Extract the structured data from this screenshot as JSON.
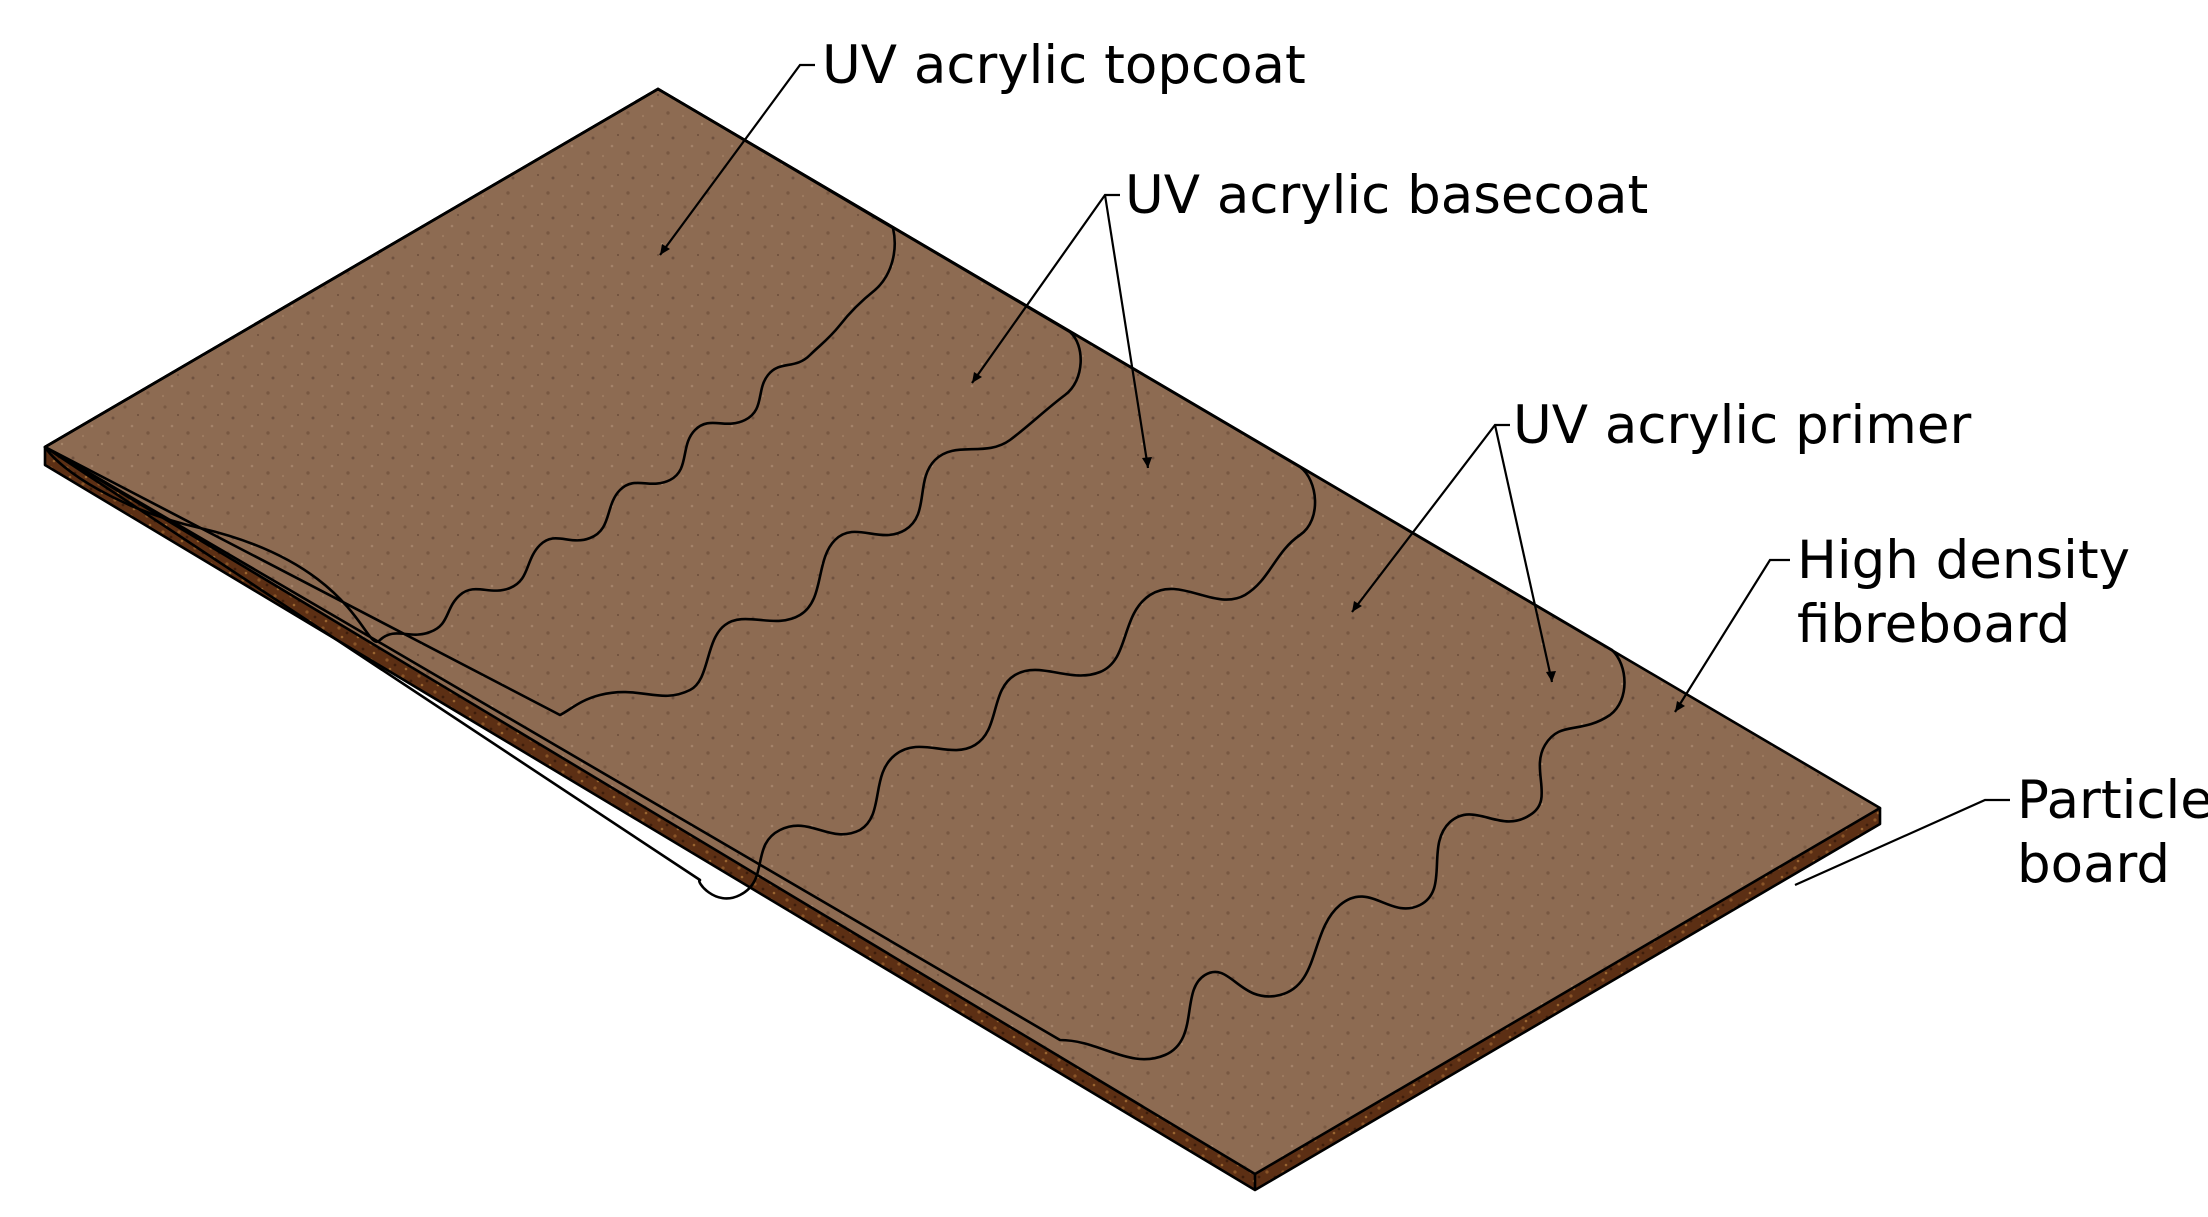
{
  "labels": {
    "topcoat": "UV acrylic topcoat",
    "basecoat": "UV acrylic basecoat",
    "primer": "UV acrylic primer",
    "fibreboard_line1": "High density",
    "fibreboard_line2": "fibreboard",
    "particle_line1": "Particle",
    "particle_line2": "board"
  },
  "colors": {
    "topcoat": "#cbcdcb",
    "basecoat": "#a9aea9",
    "basecoat_second": "#8f998f",
    "primer": "#869582",
    "fibreboard": "#8d6b52",
    "particle_board_edge": "#5c2f14",
    "outline": "#000000"
  }
}
